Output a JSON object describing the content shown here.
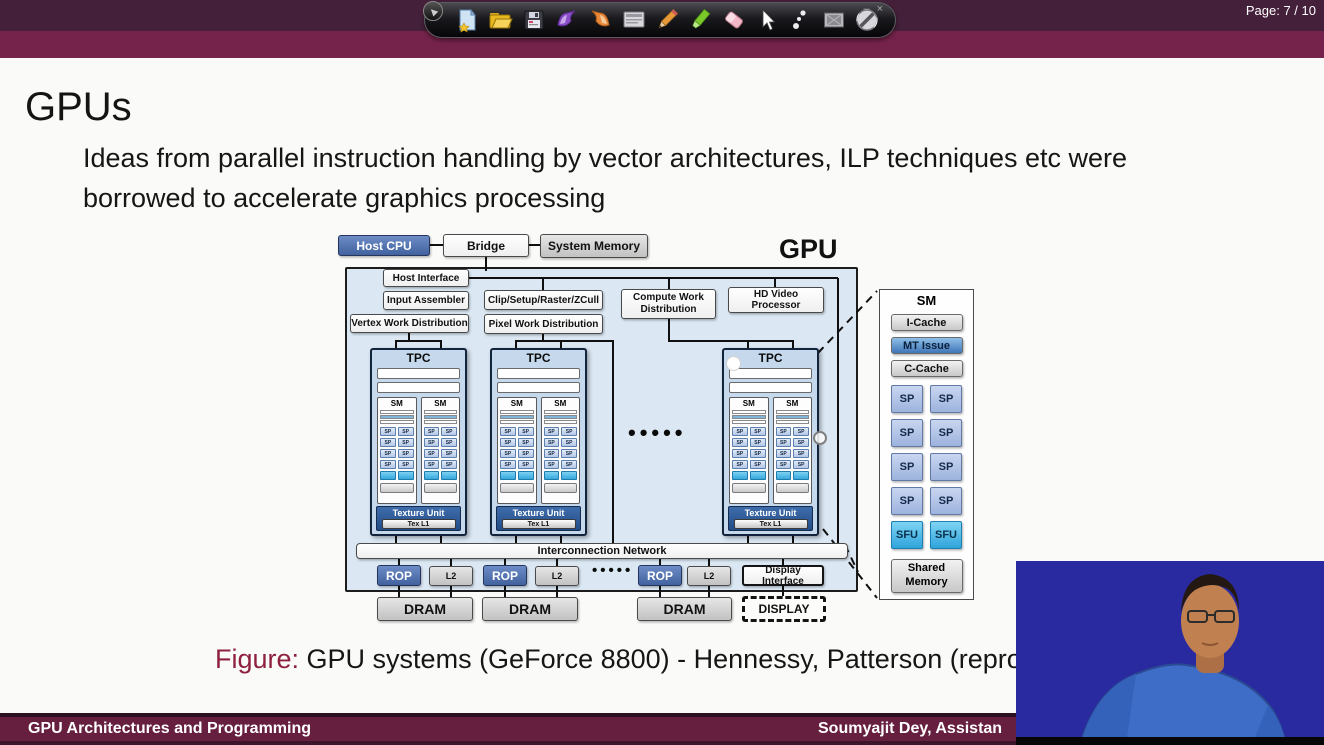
{
  "page_indicator": "Page: 7 / 10",
  "toolbar": {
    "buttons": [
      "collapse",
      "new-page",
      "open-folder",
      "save",
      "page-back",
      "page-forward",
      "notes",
      "pen",
      "highlighter",
      "eraser",
      "cursor",
      "pointer",
      "frame",
      "clear-screen"
    ],
    "minimize": "–",
    "close": "×"
  },
  "slide": {
    "title": "GPUs",
    "body_line1": "Ideas from parallel instruction handling by vector architectures, ILP techniques etc were",
    "body_line2": "borrowed to accelerate graphics processing",
    "caption_label": "Figure:",
    "caption_text": " GPU systems (GeForce 8800) - Hennessy, Patterson (repro"
  },
  "diagram": {
    "host_cpu": "Host CPU",
    "bridge": "Bridge",
    "system_memory": "System Memory",
    "gpu_label": "GPU",
    "host_interface": "Host Interface",
    "input_assembler": "Input Assembler",
    "vertex_wd": "Vertex Work Distribution",
    "clip": "Clip/Setup/Raster/ZCull",
    "pixel_wd": "Pixel Work Distribution",
    "compute_wd": "Compute Work Distribution",
    "hd_video": "HD Video Processor",
    "tpc": "TPC",
    "sm": "SM",
    "sp": "SP",
    "texture_unit": "Texture Unit",
    "tex_l1": "Tex L1",
    "interconnect": "Interconnection Network",
    "rop": "ROP",
    "l2": "L2",
    "display_interface": "Display Interface",
    "dram": "DRAM",
    "display": "DISPLAY",
    "dots": "•••••"
  },
  "sm_panel": {
    "title": "SM",
    "i_cache": "I-Cache",
    "mt_issue": "MT Issue",
    "c_cache": "C-Cache",
    "sp": "SP",
    "sfu": "SFU",
    "shared_memory": "Shared Memory"
  },
  "footer": {
    "left": "GPU Architectures and Programming",
    "right": "Soumyajit Dey, Assistan"
  },
  "colors": {
    "top_band": "#75234a",
    "top_band_dark": "#45203a",
    "footer_band": "#671f40",
    "figure_label": "#8f2140",
    "gpu_background": "#dbe8f4",
    "tpc_background": "#c6d9ec",
    "host_cpu_blue": "#41629f",
    "rop_blue": "#41629f",
    "texture_unit_blue": "#234c86",
    "sfu_cyan": "#2fa3dc",
    "mt_issue_blue": "#3f76b8",
    "webcam_background": "#2a2aa0"
  }
}
